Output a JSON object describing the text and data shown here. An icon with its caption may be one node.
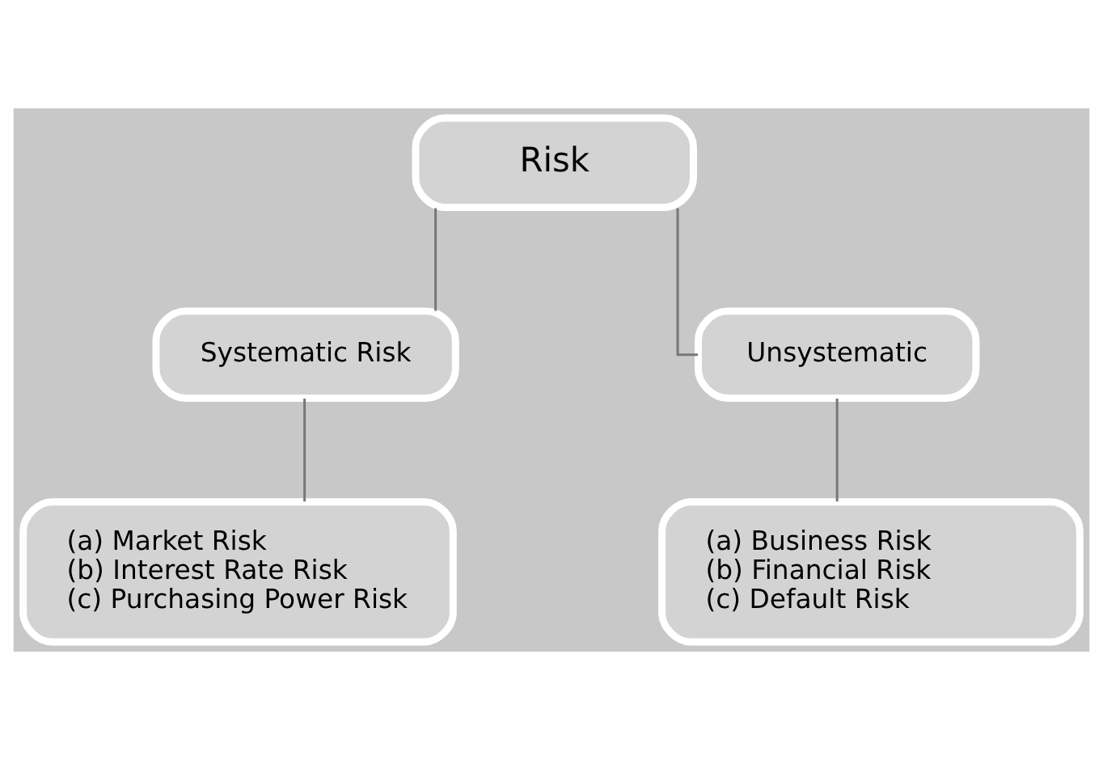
{
  "diagram": {
    "nodes": [
      {
        "text": [
          "Risk"
        ]
      },
      {
        "text": [
          "Systematic Risk"
        ]
      },
      {
        "text": [
          "Unsystematic"
        ]
      },
      {
        "text": [
          "(a) Market Risk",
          "(b) Interest Rate Risk",
          "(c) Purchasing Power Risk"
        ]
      },
      {
        "text": [
          "(a) Business Risk",
          "(b) Financial Risk",
          "(c) Default Risk"
        ]
      }
    ],
    "edges": [
      {
        "from": 0,
        "to": 1,
        "arrow": "none"
      },
      {
        "from": 0,
        "to": 2,
        "arrow": "none"
      },
      {
        "from": 1,
        "to": 3,
        "arrow": "none"
      },
      {
        "from": 2,
        "to": 4,
        "arrow": "none"
      }
    ]
  }
}
